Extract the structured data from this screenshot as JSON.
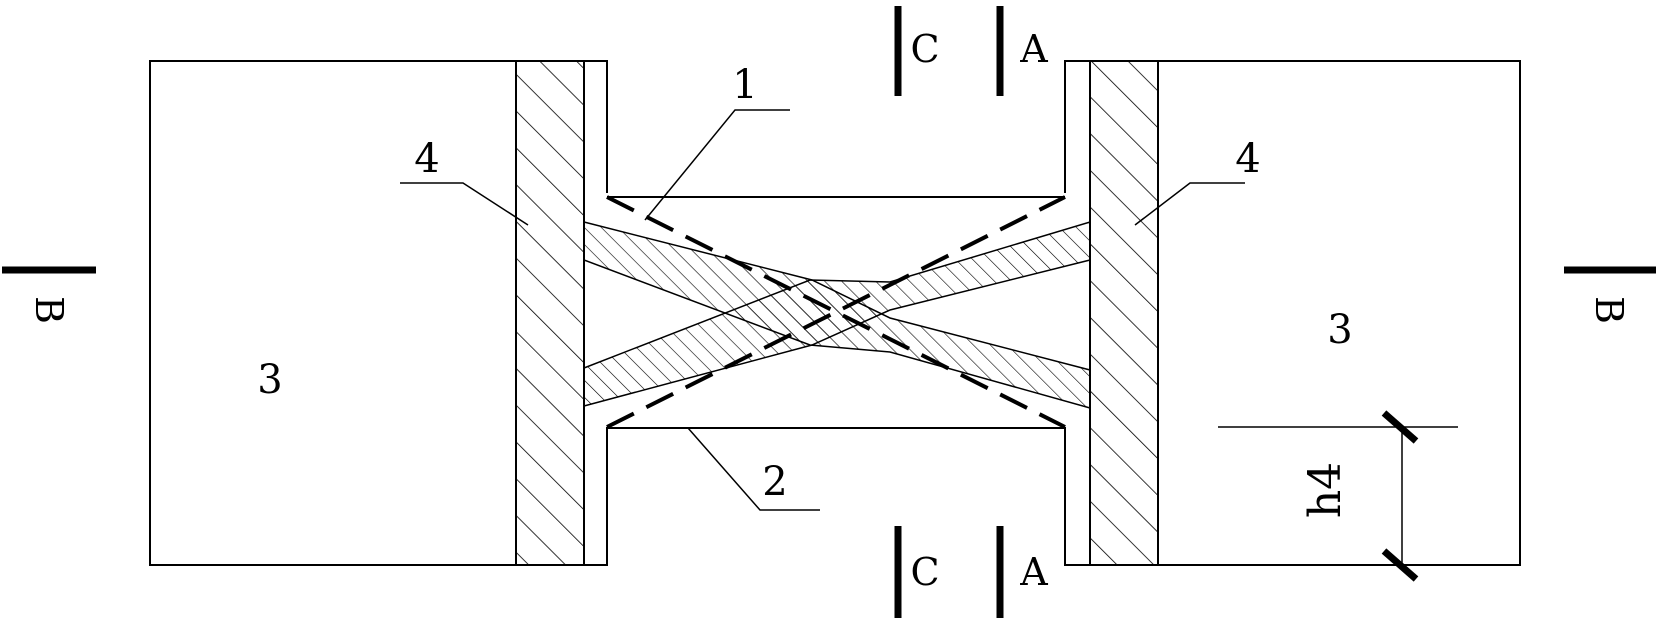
{
  "drawing": {
    "labels": {
      "member_1": "1",
      "member_2": "2",
      "block_3_left": "3",
      "block_3_right": "3",
      "layer_4_left": "4",
      "layer_4_right": "4"
    },
    "sections": {
      "a_top": "A",
      "a_bottom": "A",
      "b_left": "B",
      "b_right": "B",
      "c_top": "C",
      "c_bottom": "C"
    },
    "dimension": {
      "label": "h4"
    },
    "colors": {
      "ink": "#000000",
      "background": "#ffffff"
    }
  }
}
